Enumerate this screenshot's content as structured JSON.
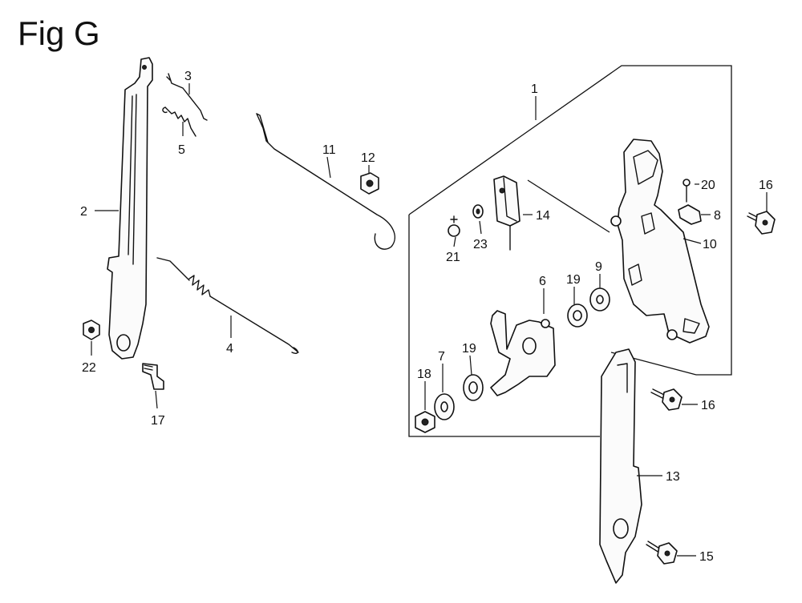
{
  "figure": {
    "title": "Fig G",
    "callouts": [
      {
        "id": "p1",
        "label": "1"
      },
      {
        "id": "p2",
        "label": "2"
      },
      {
        "id": "p3",
        "label": "3"
      },
      {
        "id": "p4",
        "label": "4"
      },
      {
        "id": "p5",
        "label": "5"
      },
      {
        "id": "p6",
        "label": "6"
      },
      {
        "id": "p7",
        "label": "7"
      },
      {
        "id": "p8",
        "label": "8"
      },
      {
        "id": "p9",
        "label": "9"
      },
      {
        "id": "p10",
        "label": "10"
      },
      {
        "id": "p11",
        "label": "11"
      },
      {
        "id": "p12",
        "label": "12"
      },
      {
        "id": "p13",
        "label": "13"
      },
      {
        "id": "p14",
        "label": "14"
      },
      {
        "id": "p15",
        "label": "15"
      },
      {
        "id": "p16a",
        "label": "16"
      },
      {
        "id": "p16b",
        "label": "16"
      },
      {
        "id": "p17",
        "label": "17"
      },
      {
        "id": "p18",
        "label": "18"
      },
      {
        "id": "p19a",
        "label": "19"
      },
      {
        "id": "p19b",
        "label": "19"
      },
      {
        "id": "p20",
        "label": "20"
      },
      {
        "id": "p21",
        "label": "21"
      },
      {
        "id": "p22",
        "label": "22"
      },
      {
        "id": "p23",
        "label": "23"
      }
    ]
  }
}
